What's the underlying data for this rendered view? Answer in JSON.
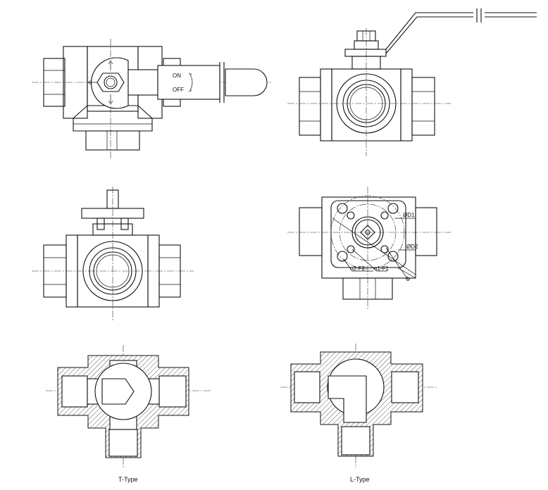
{
  "views": {
    "top_view": {
      "on_label": "ON",
      "off_label": "OFF"
    },
    "flange_view": {
      "d1_label": "ØD1",
      "d2_label": "ØD2",
      "n2_label": "n2-F2",
      "n1_label": "n1-F1",
      "g_label": "G"
    },
    "section_t": {
      "caption": "T-Type"
    },
    "section_l": {
      "caption": "L-Type"
    }
  }
}
